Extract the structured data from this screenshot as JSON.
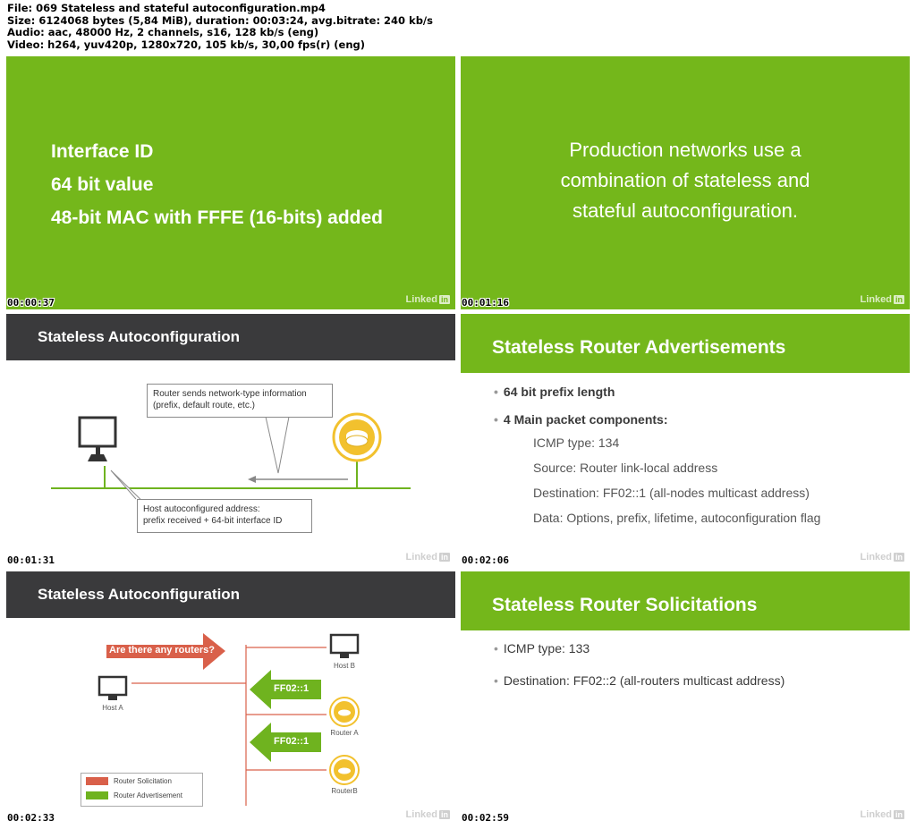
{
  "file_info": {
    "line1": "File: 069 Stateless and stateful autoconfiguration.mp4",
    "line2": "Size: 6124068 bytes (5,84 MiB), duration: 00:03:24, avg.bitrate: 240 kb/s",
    "line3": "Audio: aac, 48000 Hz, 2 channels, s16, 128 kb/s (eng)",
    "line4": "Video: h264, yuv420p, 1280x720, 105 kb/s, 30,00 fps(r) (eng)"
  },
  "logo_text": "Linked",
  "logo_in": "in",
  "frames": {
    "f1": {
      "timestamp": "00:00:37",
      "lines": [
        "Interface ID",
        "64 bit value",
        "48-bit MAC with FFFE (16-bits) added"
      ]
    },
    "f2": {
      "timestamp": "00:01:16",
      "lines": [
        "Production networks use a",
        "combination of stateless and",
        "stateful autoconfiguration."
      ]
    },
    "f3": {
      "timestamp": "00:01:31",
      "title": "Stateless Autoconfiguration",
      "callout_top": [
        "Router sends network-type information",
        "(prefix, default route, etc.)"
      ],
      "callout_bottom": [
        "Host autoconfigured address:",
        "prefix received + 64-bit interface ID"
      ]
    },
    "f4": {
      "timestamp": "00:02:06",
      "title": "Stateless Router Advertisements",
      "bullets": [
        "64 bit prefix length",
        "4 Main packet components:"
      ],
      "sub_items": [
        "ICMP type: 134",
        "Source: Router link-local address",
        "Destination: FF02::1 (all-nodes multicast address)",
        "Data: Options, prefix, lifetime, autoconfiguration flag"
      ]
    },
    "f5": {
      "timestamp": "00:02:33",
      "title": "Stateless Autoconfiguration",
      "question": "Are there any routers?",
      "reply1": "FF02::1",
      "reply2": "FF02::1",
      "host_a": "Host A",
      "host_b": "Host B",
      "router_a": "Router A",
      "router_b": "RouterB",
      "legend_rs": "Router Solicitation",
      "legend_ra": "Router Advertisement"
    },
    "f6": {
      "timestamp": "00:02:59",
      "title": "Stateless Router Solicitations",
      "bullets": [
        "ICMP type: 133",
        "Destination: FF02::2 (all-routers multicast address)"
      ]
    }
  },
  "colors": {
    "green": "#74b71b",
    "dark": "#3a3a3c",
    "red": "#d9604a",
    "router_yellow": "#f2c12e"
  }
}
